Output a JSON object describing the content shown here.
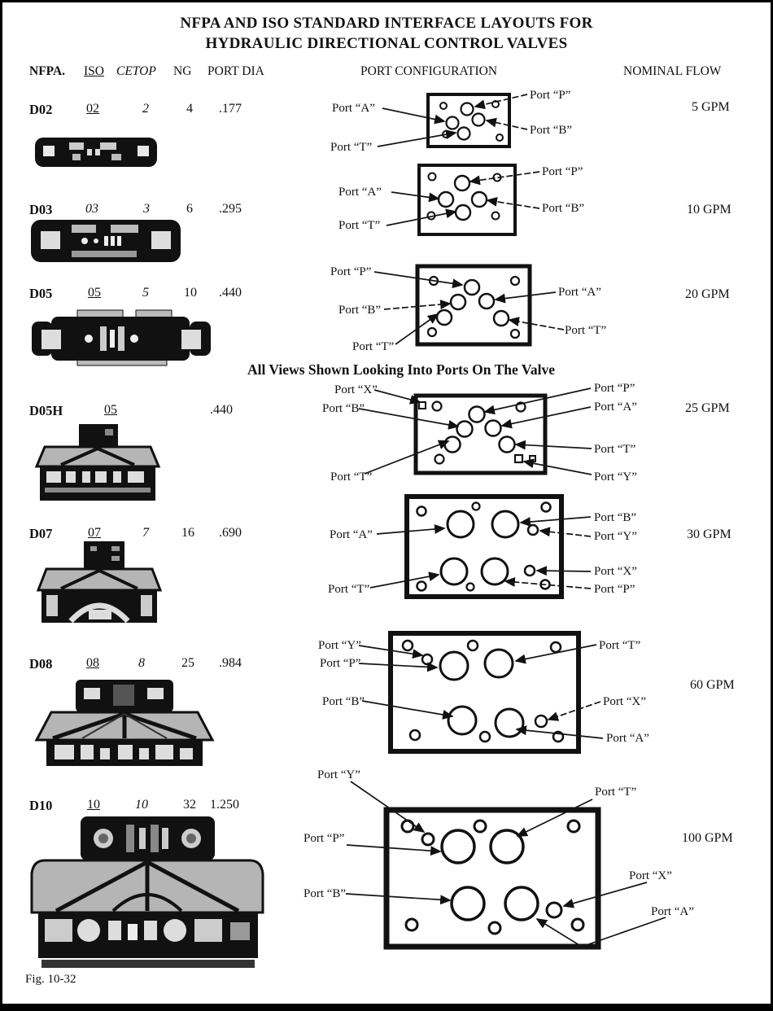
{
  "page": {
    "title_line1": "NFPA AND ISO STANDARD INTERFACE LAYOUTS FOR",
    "title_line2": "HYDRAULIC DIRECTIONAL CONTROL VALVES",
    "note": "All Views Shown Looking Into Ports On The Valve",
    "fig_caption": "Fig. 10-32"
  },
  "headers": {
    "nfpa": "NFPA.",
    "iso": "ISO",
    "cetop": "CETOP",
    "ng": "NG",
    "port_dia": "PORT DIA",
    "port_configuration": "PORT CONFIGURATION",
    "nominal_flow": "NOMINAL FLOW"
  },
  "rows": [
    {
      "nfpa": "D02",
      "iso": "02",
      "cetop": "2",
      "ng": "4",
      "port_dia": ".177",
      "flow": "5 GPM",
      "ports": {
        "p": "Port “P”",
        "a": "Port “A”",
        "b": "Port “B”",
        "t": "Port “T”"
      }
    },
    {
      "nfpa": "D03",
      "iso": "03",
      "cetop": "3",
      "ng": "6",
      "port_dia": ".295",
      "flow": "10 GPM",
      "ports": {
        "p": "Port “P”",
        "a": "Port “A”",
        "b": "Port “B”",
        "t": "Port “T”"
      }
    },
    {
      "nfpa": "D05",
      "iso": "05",
      "cetop": "5",
      "ng": "10",
      "port_dia": ".440",
      "flow": "20 GPM",
      "ports": {
        "p": "Port “P”",
        "b": "Port “B”",
        "t_left": "Port “T”",
        "a": "Port “A”",
        "t_right": "Port “T”"
      }
    },
    {
      "nfpa": "D05H",
      "iso": "05",
      "port_dia": ".440",
      "flow": "25 GPM",
      "ports": {
        "x": "Port “X”",
        "b": "Port “B”",
        "t_left": "Port “T”",
        "p": "Port “P”",
        "a": "Port “A”",
        "t_right": "Port “T”",
        "y": "Port “Y”"
      }
    },
    {
      "nfpa": "D07",
      "iso": "07",
      "cetop": "7",
      "ng": "16",
      "port_dia": ".690",
      "flow": "30 GPM",
      "ports": {
        "a": "Port “A”",
        "t": "Port “T”",
        "b": "Port “B”",
        "y": "Port “Y”",
        "x": "Port “X”",
        "p": "Port “P”"
      }
    },
    {
      "nfpa": "D08",
      "iso": "08",
      "cetop": "8",
      "ng": "25",
      "port_dia": ".984",
      "flow": "60 GPM",
      "ports": {
        "y": "Port “Y”",
        "p": "Port “P”",
        "b": "Port “B”",
        "t": "Port “T”",
        "x": "Port “X”",
        "a": "Port “A”"
      }
    },
    {
      "nfpa": "D10",
      "iso": "10",
      "cetop": "10",
      "ng": "32",
      "port_dia": "1.250",
      "flow": "100 GPM",
      "ports": {
        "y": "Port “Y”",
        "t": "Port “T”",
        "p": "Port “P”",
        "b": "Port “B”",
        "x": "Port “X”",
        "a": "Port “A”"
      }
    }
  ]
}
